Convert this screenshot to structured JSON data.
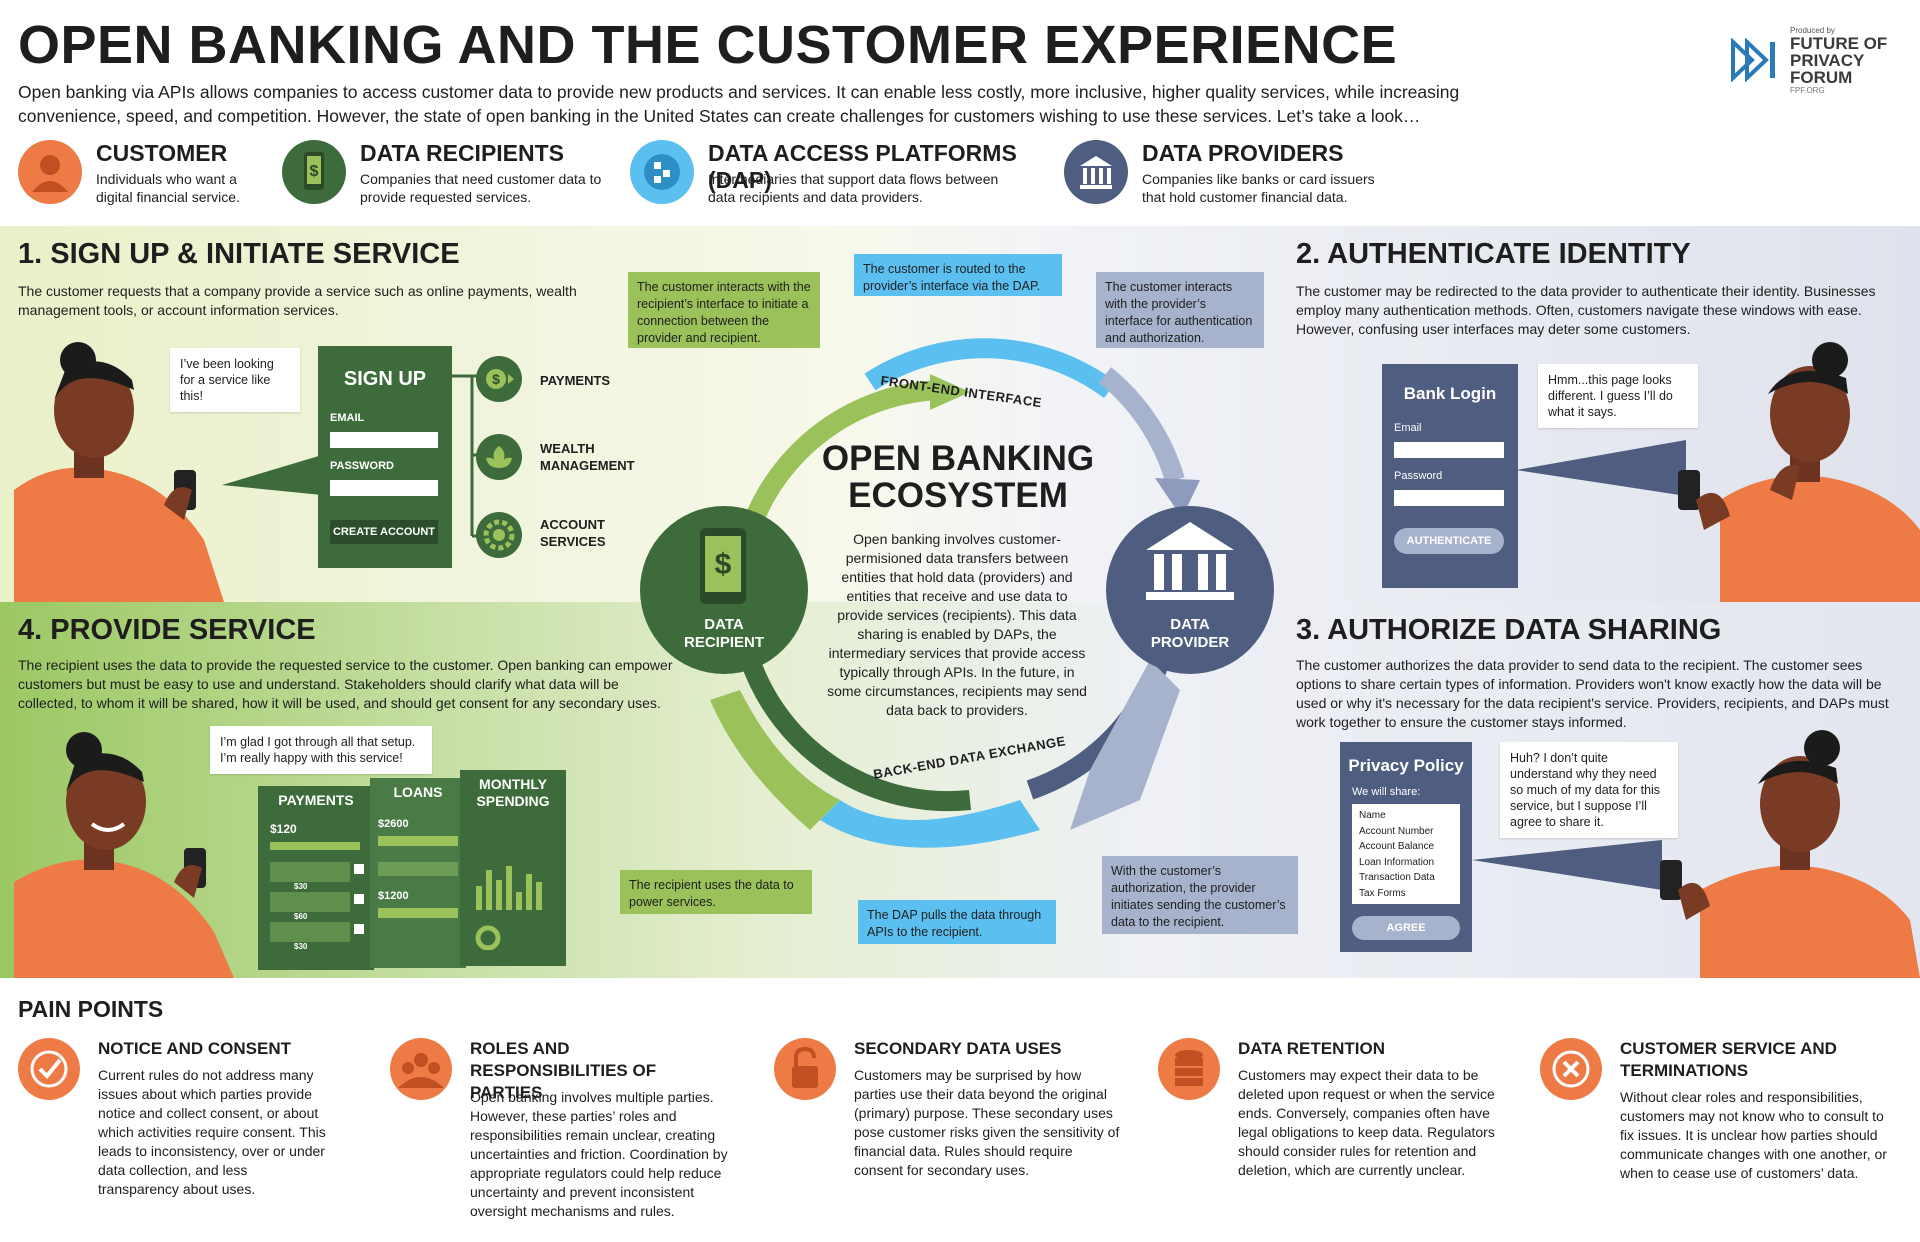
{
  "header": {
    "title": "OPEN BANKING AND THE CUSTOMER EXPERIENCE",
    "intro": "Open banking via APIs allows companies to access customer data to provide new products and services. It can enable less costly, more inclusive, higher quality services, while increasing convenience, speed, and competition. However, the state of open banking in the United States can create challenges for customers wishing to use these services. Let’s take a look…"
  },
  "logo": {
    "produced_by": "Produced by",
    "name_line1": "FUTURE OF",
    "name_line2": "PRIVACY",
    "name_line3": "FORUM",
    "url": "FPF.ORG"
  },
  "legend": [
    {
      "title": "CUSTOMER",
      "desc": "Individuals who want a digital financial service.",
      "icon": "person-icon"
    },
    {
      "title": "DATA RECIPIENTS",
      "desc": "Companies that need customer data to provide requested services.",
      "icon": "phone-dollar-icon"
    },
    {
      "title": "DATA ACCESS PLATFORMS (DAP)",
      "desc": "Intermediaries that support data flows between data recipients and data providers.",
      "icon": "data-blocks-icon"
    },
    {
      "title": "DATA PROVIDERS",
      "desc": "Companies like banks or card issuers that hold customer financial data.",
      "icon": "bank-icon"
    }
  ],
  "step1": {
    "title": "1. SIGN UP & INITIATE SERVICE",
    "desc": "The customer requests that a company provide a service such as online payments, wealth management tools, or account information services.",
    "bubble": "I’ve been looking for a service like this!",
    "form_title": "SIGN UP",
    "email_label": "EMAIL",
    "password_label": "PASSWORD",
    "button": "CREATE ACCOUNT",
    "services": [
      "PAYMENTS",
      "WEALTH MANAGEMENT",
      "ACCOUNT SERVICES"
    ]
  },
  "step2": {
    "title": "2. AUTHENTICATE IDENTITY",
    "desc": "The customer may be redirected to the data provider to authenticate their identity. Businesses employ many authentication methods. Often, customers navigate these windows with ease. However, confusing user interfaces may deter some customers.",
    "bubble": "Hmm...this page looks different. I guess I’ll do what it says.",
    "form_title": "Bank Login",
    "email_label": "Email",
    "password_label": "Password",
    "button": "AUTHENTICATE"
  },
  "step3": {
    "title": "3. AUTHORIZE DATA SHARING",
    "desc": "The customer authorizes the data provider to send data to the recipient. The customer sees options to share certain types of information. Providers won't know exactly how the data will be used or why it's necessary for the data recipient's service. Providers, recipients, and DAPs must work together to ensure the customer stays informed.",
    "bubble": "Huh? I don’t quite understand why they need so much of my data for this service, but I suppose I’ll agree to share it.",
    "form_title": "Privacy Policy",
    "share_label": "We will share:",
    "share_items": [
      "Name",
      "Account Number",
      "Account Balance",
      "Loan Information",
      "Transaction Data",
      "Tax Forms"
    ],
    "button": "AGREE"
  },
  "step4": {
    "title": "4. PROVIDE SERVICE",
    "desc": "The recipient uses the data to provide the requested service to the customer. Open banking can empower customers but must be easy to use and understand. Stakeholders should clarify what data will be collected, to whom it will be shared, how it will be used, and should get consent for any secondary uses.",
    "bubble": "I’m glad I got through all that setup. I’m really happy with this service!",
    "cards": [
      {
        "title": "PAYMENTS",
        "amount": "$120",
        "rows": [
          "$30",
          "$60",
          "$30"
        ]
      },
      {
        "title": "LOANS",
        "amount": "$2600",
        "amount2": "$1200"
      },
      {
        "title": "MONTHLY SPENDING"
      }
    ]
  },
  "ecosystem": {
    "title_line1": "OPEN BANKING",
    "title_line2": "ECOSYSTEM",
    "desc": "Open banking involves customer-permisioned data transfers between entities that hold data (providers) and entities that receive and use data to provide services (recipients). This data sharing is enabled by DAPs, the intermediary services that provide access typically through APIs. In the future, in some circumstances, recipients may send data back to providers.",
    "recipient_label_1": "DATA",
    "recipient_label_2": "RECIPIENT",
    "provider_label_1": "DATA",
    "provider_label_2": "PROVIDER",
    "front_end": "FRONT-END INTERFACE",
    "back_end": "BACK-END DATA EXCHANGE",
    "callouts": {
      "recipient_interface": "The customer interacts with the recipient’s interface to initiate a connection between the provider and recipient.",
      "routed": "The customer is routed to the provider’s interface via the DAP.",
      "provider_interface": "The customer interacts with the provider’s interface for authentication and authorization.",
      "provider_sends": "With the customer’s authorization, the provider initiates sending the customer’s data to the recipient.",
      "dap_pulls": "The DAP pulls the data through APIs to the recipient.",
      "recipient_uses": "The recipient uses the data to power services."
    }
  },
  "pain_points": {
    "title": "PAIN POINTS",
    "items": [
      {
        "title": "NOTICE AND CONSENT",
        "desc": "Current rules do not address many issues about which parties provide notice and collect consent, or about which activities require consent. This leads to inconsistency, over or under data collection, and less transparency about uses.",
        "icon": "check-icon"
      },
      {
        "title": "ROLES AND RESPONSIBILITIES OF PARTIES",
        "desc": "Open banking involves multiple parties. However, these parties’ roles and responsibilities remain unclear, creating uncertainties and friction. Coordination by appropriate regulators could help reduce uncertainty and prevent inconsistent oversight mechanisms and rules.",
        "icon": "group-icon"
      },
      {
        "title": "SECONDARY DATA USES",
        "desc": "Customers may be surprised by how parties use their data beyond the original (primary) purpose. These secondary uses pose customer risks given the sensitivity of financial data. Rules should require consent for secondary uses.",
        "icon": "unlock-icon"
      },
      {
        "title": "DATA RETENTION",
        "desc": "Customers may expect their data to be deleted upon request or when the service ends. Conversely, companies often have legal obligations to keep data. Regulators should consider rules for retention and deletion, which are currently unclear.",
        "icon": "database-icon"
      },
      {
        "title": "CUSTOMER SERVICE AND TERMINATIONS",
        "desc": "Without clear roles and responsibilities, customers may not know who to consult to fix issues. It is unclear how parties should communicate changes with one another, or when to cease use of customers’ data.",
        "icon": "close-icon"
      }
    ]
  },
  "colors": {
    "green_dark": "#3e6b3c",
    "green_light": "#9bc15a",
    "blue": "#5bc0f0",
    "slate": "#4f5d80",
    "orange": "#ee7a46"
  }
}
